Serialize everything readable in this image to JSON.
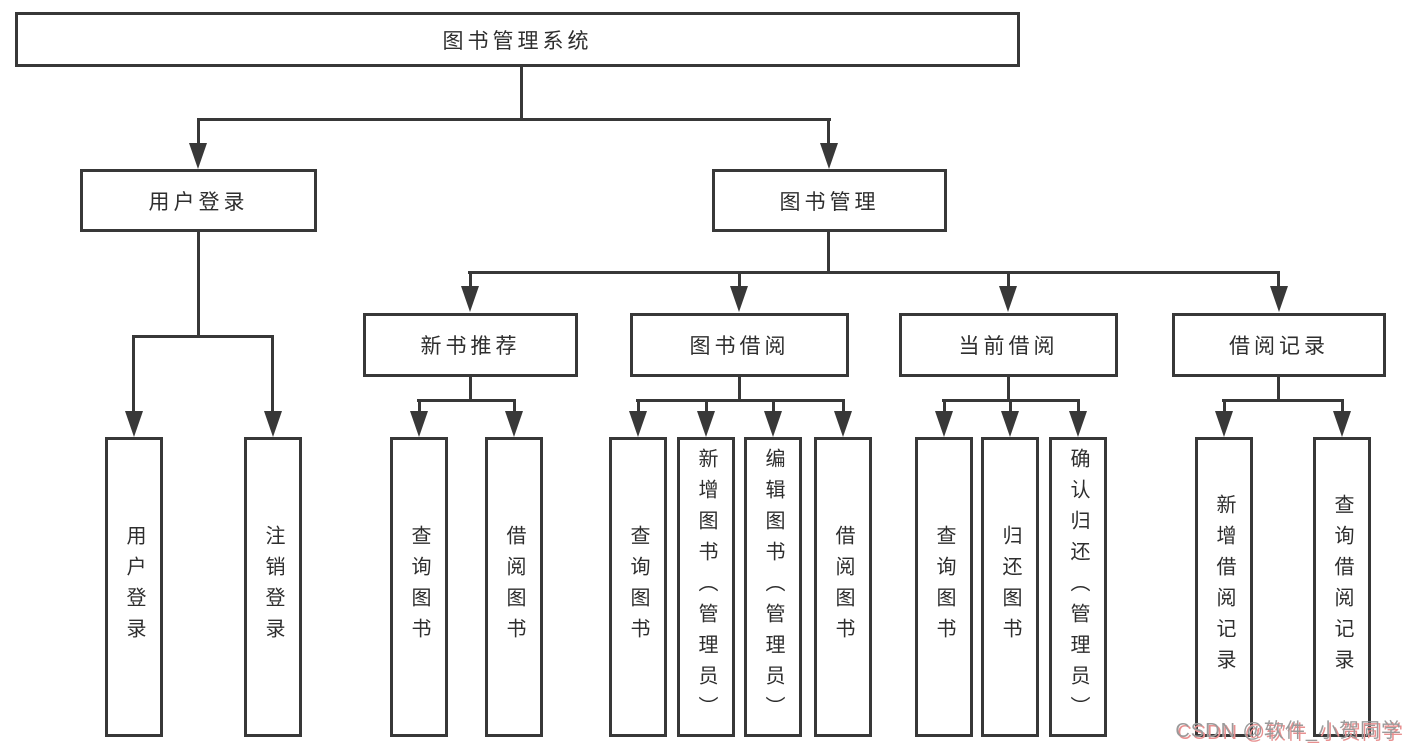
{
  "diagram_title": "图书管理系统",
  "nodes": {
    "root": "图书管理系统",
    "user_login": "用户登录",
    "book_management": "图书管理",
    "new_book_recommend": "新书推荐",
    "book_borrow": "图书借阅",
    "current_borrow": "当前借阅",
    "borrow_records": "借阅记录",
    "leaf_user_login": "用户登录",
    "leaf_logout": "注销登录",
    "leaf_nb_query_books": "查询图书",
    "leaf_nb_borrow_books": "借阅图书",
    "leaf_bb_query_books": "查询图书",
    "leaf_bb_add_books_admin": "新增图书（管理员）",
    "leaf_bb_edit_books_admin": "编辑图书（管理员）",
    "leaf_bb_borrow_books": "借阅图书",
    "leaf_cb_query_books": "查询图书",
    "leaf_cb_return_books": "归还图书",
    "leaf_cb_confirm_return_admin": "确认归还（管理员）",
    "leaf_br_add_record": "新增借阅记录",
    "leaf_br_query_record": "查询借阅记录"
  },
  "watermark": {
    "text": "CSDN @软件_小贺同学"
  },
  "colors": {
    "line": "#383838",
    "text": "#2e2e2e",
    "background": "#ffffff",
    "watermark_gray": "#9a9a9a",
    "watermark_red": "#e89090"
  },
  "hierarchy": {
    "图书管理系统": {
      "用户登录": [
        "用户登录",
        "注销登录"
      ],
      "图书管理": {
        "新书推荐": [
          "查询图书",
          "借阅图书"
        ],
        "图书借阅": [
          "查询图书",
          "新增图书（管理员）",
          "编辑图书（管理员）",
          "借阅图书"
        ],
        "当前借阅": [
          "查询图书",
          "归还图书",
          "确认归还（管理员）"
        ],
        "借阅记录": [
          "新增借阅记录",
          "查询借阅记录"
        ]
      }
    }
  }
}
